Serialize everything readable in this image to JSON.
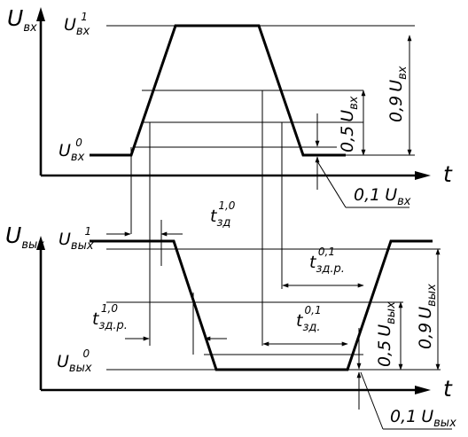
{
  "top": {
    "axis_label": {
      "main": "U",
      "sub": "вх"
    },
    "level_high": {
      "main": "U",
      "sub": "вх",
      "sup": "1"
    },
    "level_low": {
      "main": "U",
      "sub": "вх",
      "sup": "0"
    },
    "dim_half": {
      "coef": "0,5",
      "main": "U",
      "sub": "вх"
    },
    "dim_ninety": {
      "coef": "0,9",
      "main": "U",
      "sub": "вх"
    },
    "dim_tenth": {
      "coef": "0,1",
      "main": "U",
      "sub": "вх"
    },
    "t_label": "t"
  },
  "bottom": {
    "axis_label": {
      "main": "U",
      "sub": "вых"
    },
    "level_high": {
      "main": "U",
      "sub": "вых",
      "sup": "1"
    },
    "level_low": {
      "main": "U",
      "sub": "вых",
      "sup": "0"
    },
    "dim_half": {
      "coef": "0,5",
      "main": "U",
      "sub": "вых"
    },
    "dim_ninety": {
      "coef": "0,9",
      "main": "U",
      "sub": "вых"
    },
    "dim_tenth": {
      "coef": "0,1",
      "main": "U",
      "sub": "вых"
    },
    "t_label": "t"
  },
  "timing": {
    "t_zd_10": {
      "main": "t",
      "sub": "зд",
      "sup": "1,0"
    },
    "t_zdr_01": {
      "main": "t",
      "sub": "зд.р.",
      "sup": "0,1"
    },
    "t_zdr_10": {
      "main": "t",
      "sub": "зд.р.",
      "sup": "1,0"
    },
    "t_zd_01": {
      "main": "t",
      "sub": "зд.",
      "sup": "0,1"
    }
  }
}
